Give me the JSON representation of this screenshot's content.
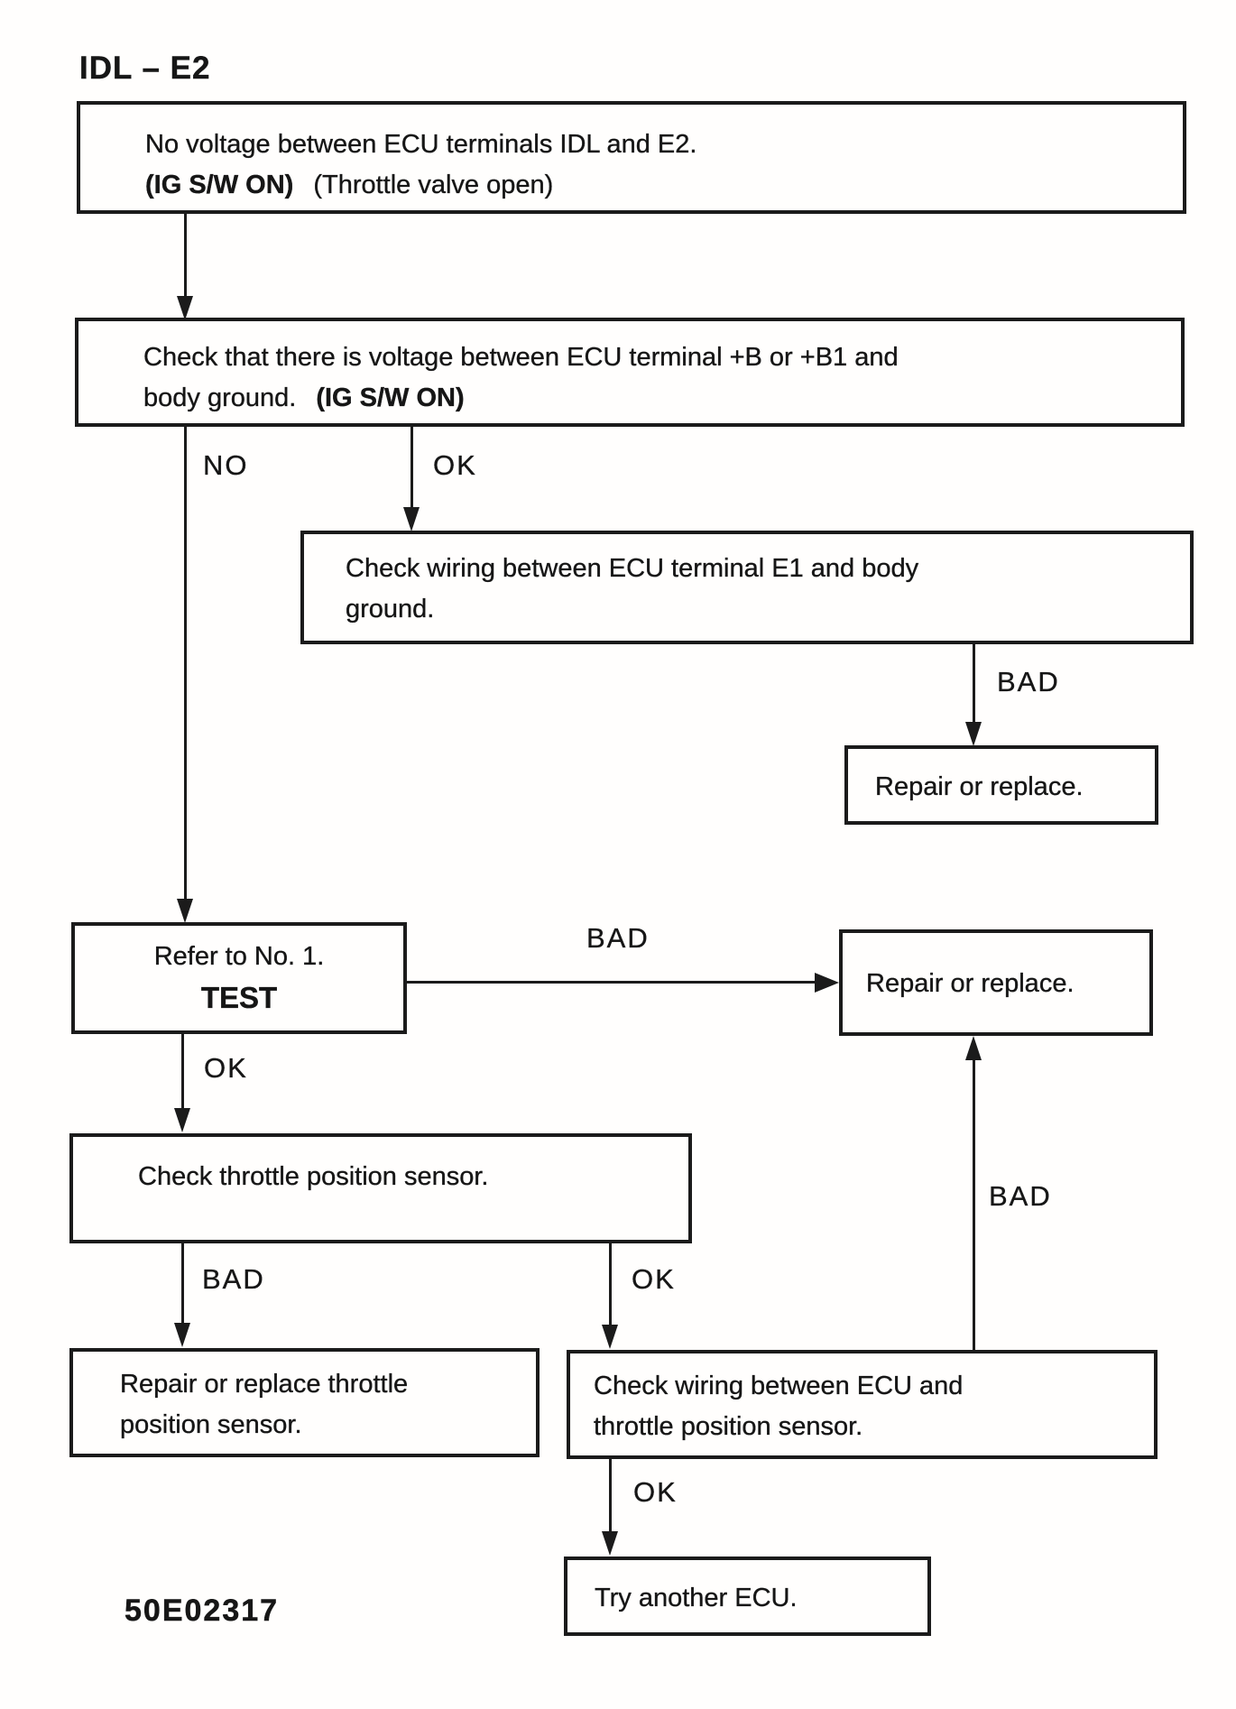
{
  "title": "IDL – E2",
  "figure_code": "50E02317",
  "boxes": {
    "start": {
      "line1": "No voltage between ECU terminals IDL and E2.",
      "line2_bold": "(IG S/W ON)",
      "line2_normal": "(Throttle valve open)"
    },
    "check_b_voltage": {
      "line1": "Check that there is voltage between ECU terminal +B or +B1 and",
      "line2_normal": "body ground.",
      "line2_bold": "(IG S/W ON)"
    },
    "check_wiring_e1": {
      "line1": "Check wiring between ECU terminal E1 and body",
      "line2": "ground."
    },
    "repair_top": {
      "text": "Repair or replace."
    },
    "refer_test": {
      "line1": "Refer to No. 1.",
      "line2": "TEST"
    },
    "repair_right": {
      "text": "Repair or replace."
    },
    "check_tps": {
      "text": "Check throttle position sensor."
    },
    "repair_tps": {
      "line1": "Repair or replace throttle",
      "line2": "position sensor."
    },
    "check_wiring_tps": {
      "line1": "Check wiring between ECU and",
      "line2": "throttle position sensor."
    },
    "try_ecu": {
      "text": "Try another ECU."
    }
  },
  "labels": {
    "no_branch": "NO",
    "ok_branch": "OK",
    "bad_to_repair_top": "BAD",
    "bad_to_repair_right": "BAD",
    "ok_to_check_tps": "OK",
    "bad_to_repair_tps": "BAD",
    "ok_to_check_wiring": "OK",
    "bad_up_to_repair": "BAD",
    "ok_to_try_ecu": "OK"
  }
}
